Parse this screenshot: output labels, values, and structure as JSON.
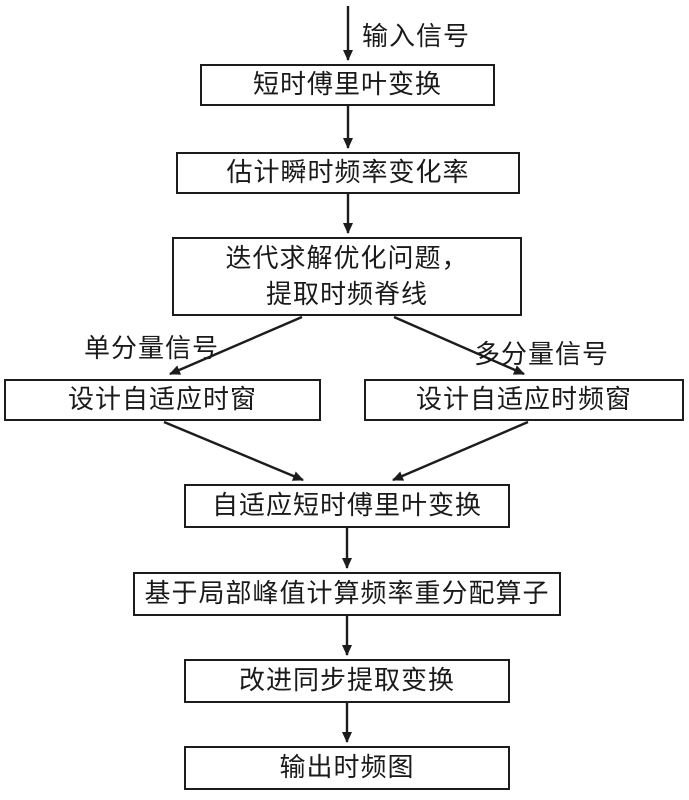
{
  "diagram": {
    "title": "adaptive time-frequency analysis flowchart",
    "input_label": "输入信号",
    "nodes": {
      "stft": "短时傅里叶变换",
      "estimate": "估计瞬时频率变化率",
      "iterate_line1": "迭代求解优化问题，",
      "iterate_line2": "提取时频脊线",
      "time_window": "设计自适应时窗",
      "tf_window": "设计自适应时频窗",
      "adaptive_stft": "自适应短时傅里叶变换",
      "reassign": "基于局部峰值计算频率重分配算子",
      "improved": "改进同步提取变换",
      "output": "输出时频图"
    },
    "edge_labels": {
      "single_component": "单分量信号",
      "multi_component": "多分量信号"
    },
    "colors": {
      "stroke": "#1c1c1c",
      "background": "#ffffff"
    }
  }
}
